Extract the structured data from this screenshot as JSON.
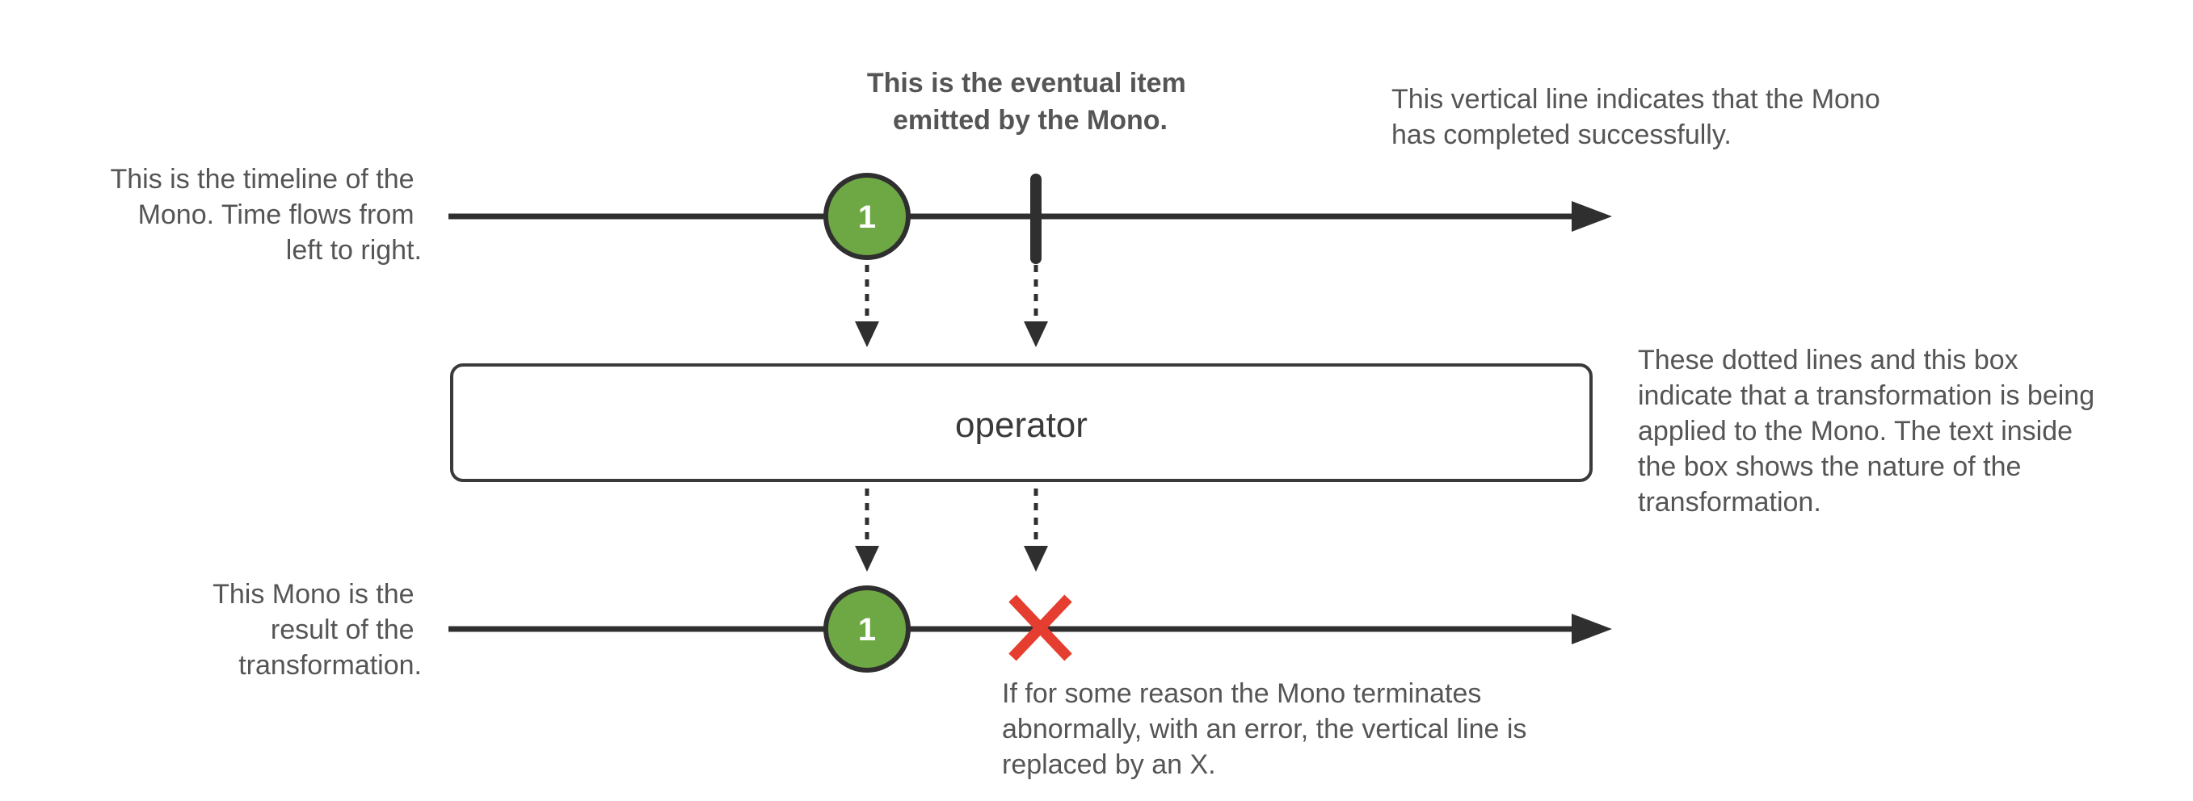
{
  "colors": {
    "line": "#2f2f2f",
    "item_fill": "#6ea844",
    "error": "#e53d2f",
    "text": "#555555",
    "box_stroke": "#3a3a3a"
  },
  "annotations": {
    "source_timeline": [
      "This is the timeline of the",
      "Mono. Time flows from",
      "left to right."
    ],
    "emitted_item": [
      "This is the eventual item",
      "emitted by the Mono."
    ],
    "completion": [
      "This vertical line indicates that the Mono",
      "has completed successfully."
    ],
    "operator_box": [
      "These dotted lines and this box",
      "indicate that a transformation is being",
      "applied to the Mono. The text inside",
      "the box shows the nature of the",
      "transformation."
    ],
    "result_timeline": [
      "This Mono is the",
      "result of the",
      "transformation."
    ],
    "error": [
      "If for some reason the Mono terminates",
      "abnormally, with an error, the vertical line is",
      "replaced by an X."
    ]
  },
  "operator": {
    "label": "operator"
  },
  "items": {
    "source_item": "1",
    "result_item": "1"
  }
}
